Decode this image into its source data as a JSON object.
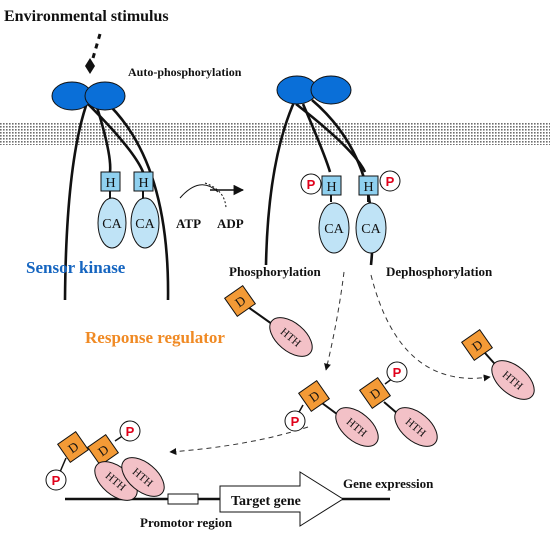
{
  "labels": {
    "environmental_stimulus": "Environmental stimulus",
    "auto_phosphorylation": "Auto-phosphorylation",
    "sensor_kinase": "Sensor kinase",
    "atp": "ATP",
    "adp": "ADP",
    "phosphorylation": "Phosphorylation",
    "dephosphorylation": "Dephosphorylation",
    "response_regulator": "Response regulator",
    "gene_expression": "Gene expression",
    "target_gene": "Target gene",
    "promotor_region": "Promotor region"
  },
  "domains": {
    "histidine": "H",
    "catalytic": "CA",
    "receiver": "D",
    "helix_turn_helix": "HTH",
    "phosphate": "P"
  },
  "colors": {
    "sensor_head": "#0a6fd8",
    "membrane_dots": "#6e6e6e",
    "h_box": "#8fd0ef",
    "ca_ellipse": "#bfe3f6",
    "d_box": "#f39a36",
    "hth_ellipse": "#f3c1c7",
    "phosphate": "#e0001a",
    "sensor_kinase_text": "#1565c0",
    "response_regulator_text": "#f08a24"
  }
}
